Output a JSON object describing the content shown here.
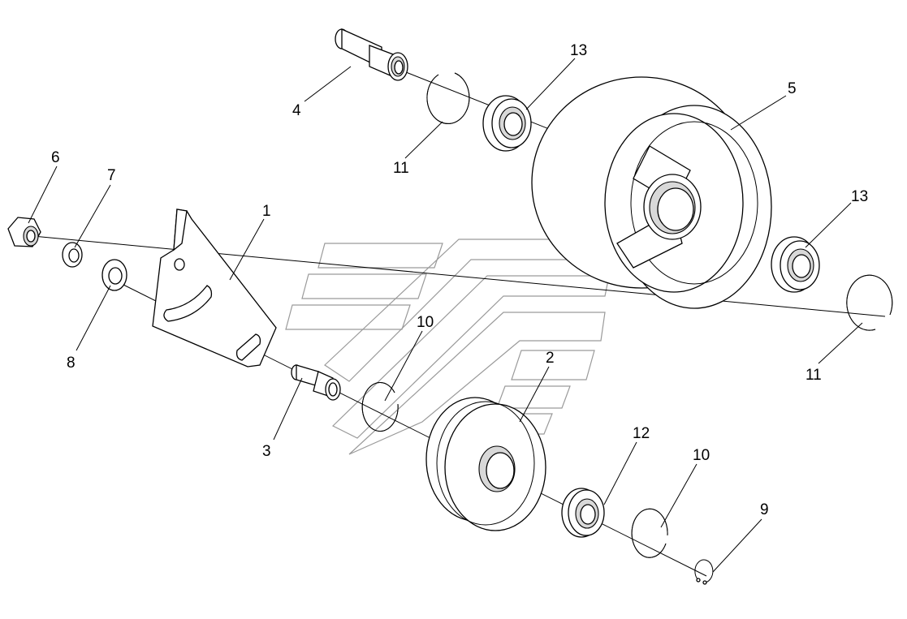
{
  "labels": {
    "part_1": "1",
    "part_2": "2",
    "part_3": "3",
    "part_4": "4",
    "part_5": "5",
    "part_6": "6",
    "part_7": "7",
    "part_8": "8",
    "part_9": "9",
    "part_10_upper": "10",
    "part_10_lower": "10",
    "part_11_upper": "11",
    "part_11_right": "11",
    "part_12": "12",
    "part_13_upper": "13",
    "part_13_right": "13"
  }
}
